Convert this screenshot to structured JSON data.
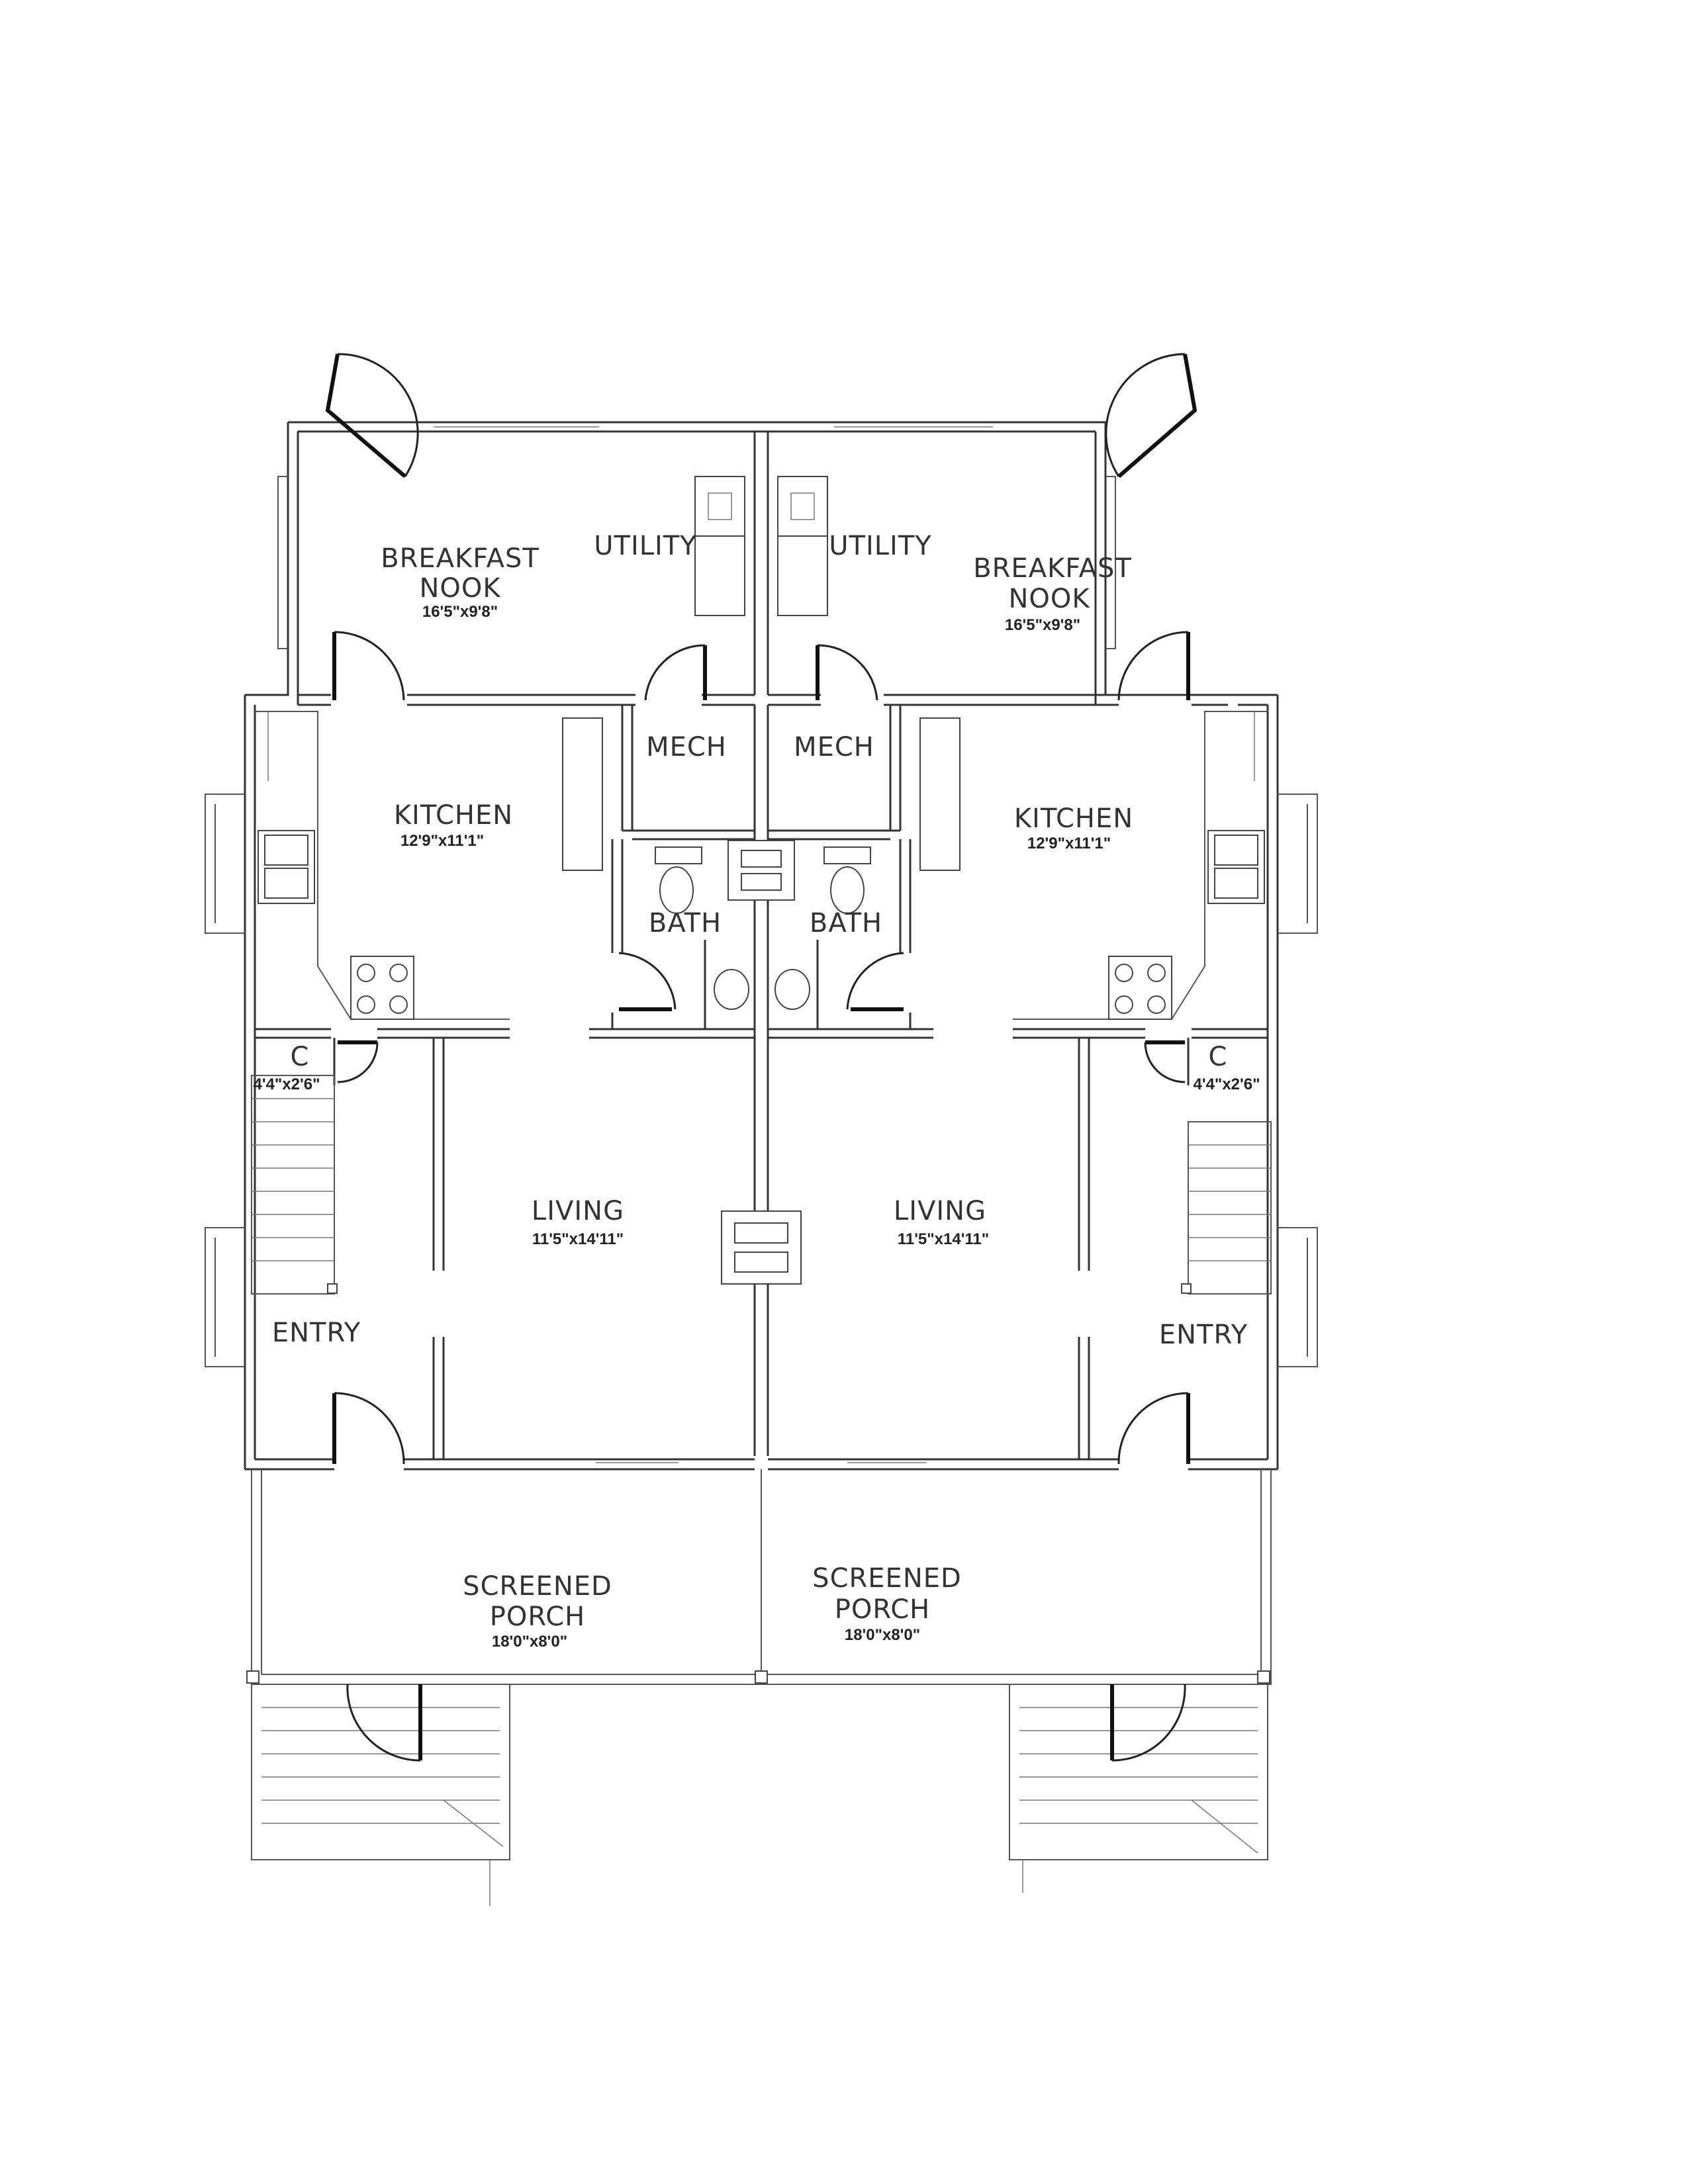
{
  "colors": {
    "ink": "#333333",
    "paper": "#ffffff"
  },
  "rooms": {
    "breakfast_left": {
      "name_line1": "BREAKFAST",
      "name_line2": "NOOK",
      "dims": "16'5\"x9'8\""
    },
    "breakfast_right": {
      "name_line1": "BREAKFAST",
      "name_line2": "NOOK",
      "dims": "16'5\"x9'8\""
    },
    "utility_left": {
      "name": "UTILITY"
    },
    "utility_right": {
      "name": "UTILITY"
    },
    "mech_left": {
      "name": "MECH"
    },
    "mech_right": {
      "name": "MECH"
    },
    "kitchen_left": {
      "name": "KITCHEN",
      "dims": "12'9\"x11'1\""
    },
    "kitchen_right": {
      "name": "KITCHEN",
      "dims": "12'9\"x11'1\""
    },
    "bath_left": {
      "name": "BATH"
    },
    "bath_right": {
      "name": "BATH"
    },
    "closet_left": {
      "name": "C",
      "dims": "4'4\"x2'6\""
    },
    "closet_right": {
      "name": "C",
      "dims": "4'4\"x2'6\""
    },
    "living_left": {
      "name": "LIVING",
      "dims": "11'5\"x14'11\""
    },
    "living_right": {
      "name": "LIVING",
      "dims": "11'5\"x14'11\""
    },
    "entry_left": {
      "name": "ENTRY"
    },
    "entry_right": {
      "name": "ENTRY"
    },
    "porch_left": {
      "name_line1": "SCREENED",
      "name_line2": "PORCH",
      "dims": "18'0\"x8'0\""
    },
    "porch_right": {
      "name_line1": "SCREENED",
      "name_line2": "PORCH",
      "dims": "18'0\"x8'0\""
    }
  }
}
